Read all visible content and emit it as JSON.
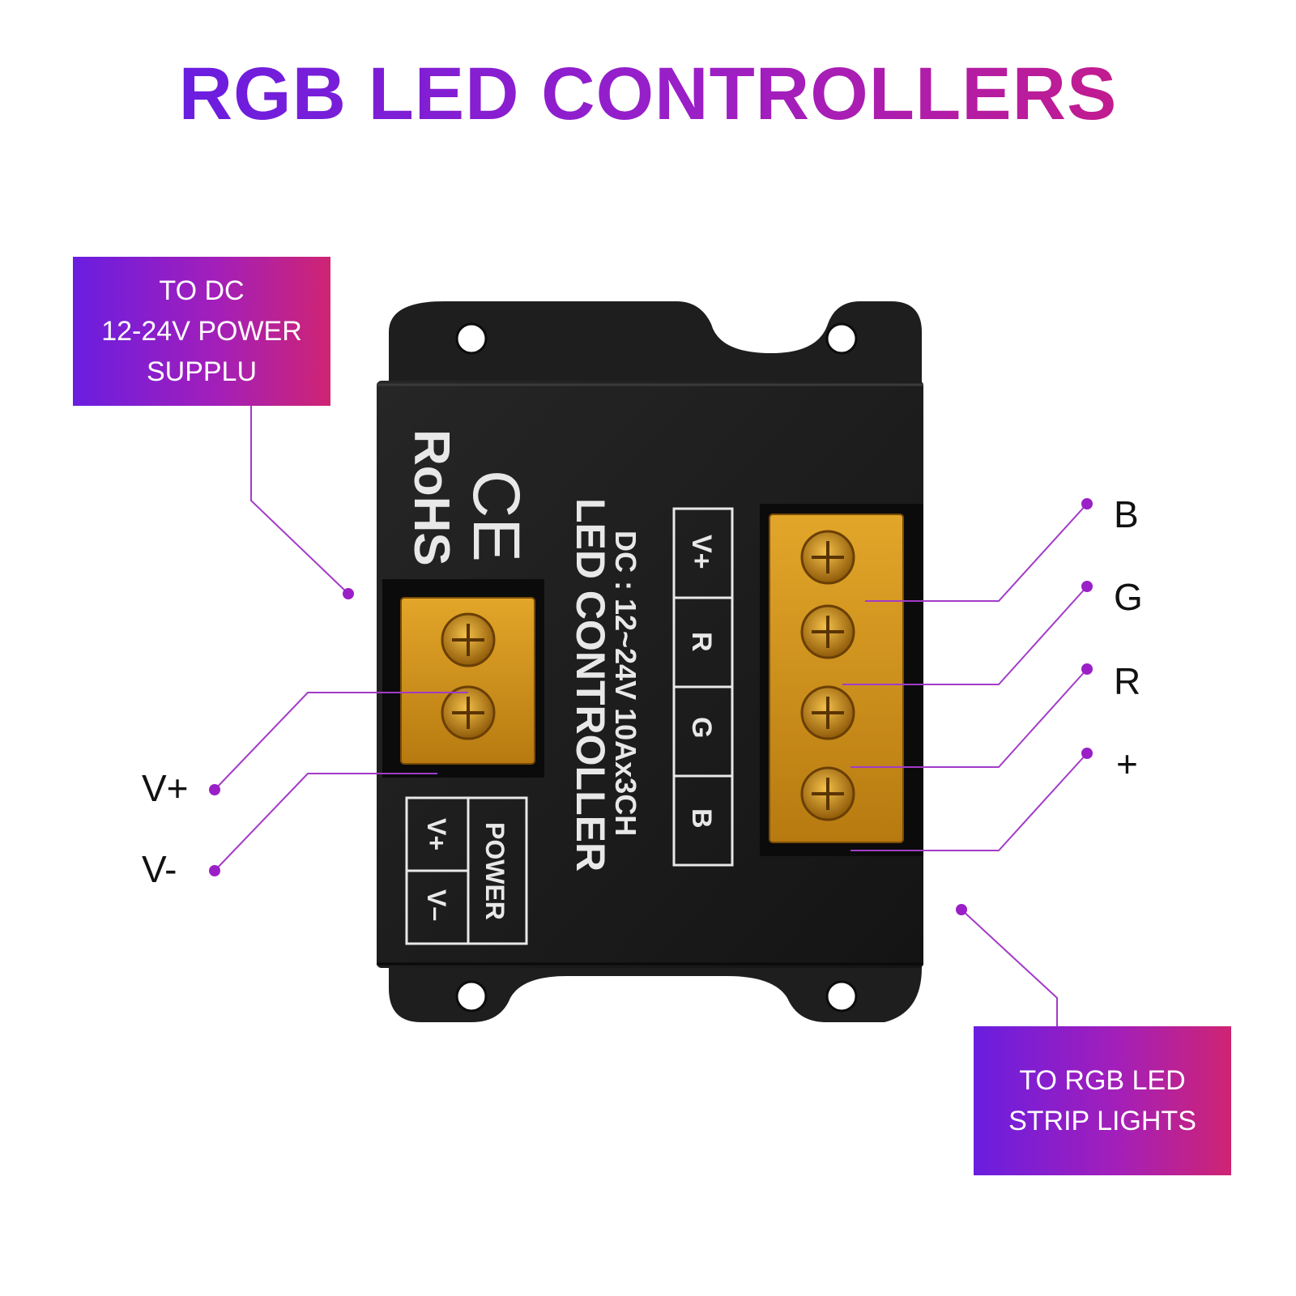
{
  "title": "RGB LED CONTROLLERS",
  "callouts": {
    "power_input": [
      "TO DC",
      "12-24V POWER",
      "SUPPLU"
    ],
    "strip_output": [
      "TO RGB LED",
      "STRIP LIGHTS"
    ]
  },
  "input_pins": [
    "V+",
    "V-"
  ],
  "output_pins": [
    "B",
    "G",
    "R",
    "+"
  ],
  "device": {
    "marks": [
      "RoHS",
      "CE"
    ],
    "name": "LED CONTROLLER",
    "spec": "DC : 12~24V  10Ax3CH",
    "power_block": {
      "heading": "POWER",
      "pins": [
        "V+",
        "V–"
      ]
    },
    "output_block": [
      "B",
      "G",
      "R",
      "V+"
    ]
  },
  "colors": {
    "accent_start": "#6a1de0",
    "accent_end": "#cf2473",
    "leader_line": "#a23bc8",
    "device_body": "#1c1c1c",
    "terminal_amber": "#d99a1e"
  }
}
